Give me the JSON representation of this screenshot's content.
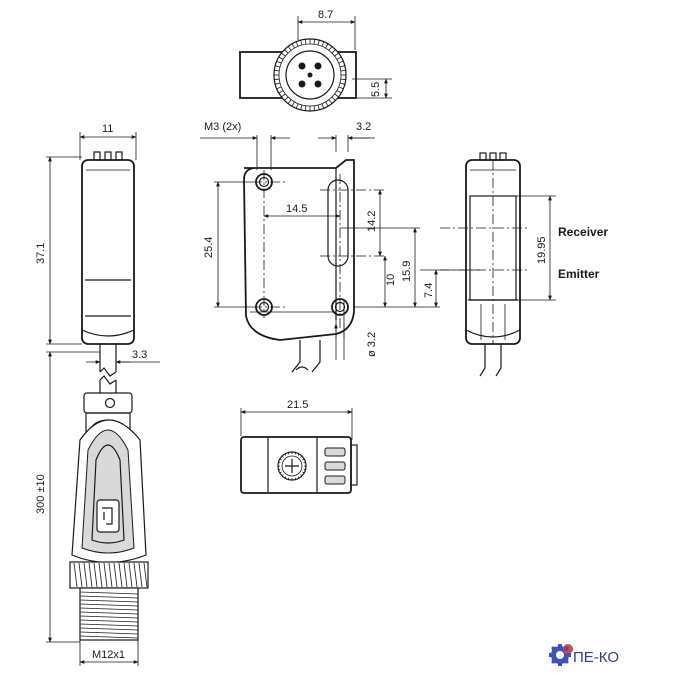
{
  "dimensions": {
    "top_width": "8.7",
    "top_height": "5.5",
    "side_width": "11",
    "side_height": "37.1",
    "side_cable": "3.3",
    "cable_length": "300 ±10",
    "connector_thread": "M12x1",
    "front_mount_screw": "M3 (2x)",
    "front_offset": "3.2",
    "front_hole_spacing": "14.5",
    "front_height": "25.4",
    "front_v1": "14.2",
    "front_v2": "15.9",
    "front_v3": "10",
    "front_v4": "7.4",
    "front_hole_dia": "ø 3.2",
    "right_height": "19.95",
    "bottom_width": "21.5"
  },
  "labels": {
    "receiver": "Receiver",
    "emitter": "Emitter"
  },
  "logo": {
    "text": "ПЕ-КО"
  }
}
